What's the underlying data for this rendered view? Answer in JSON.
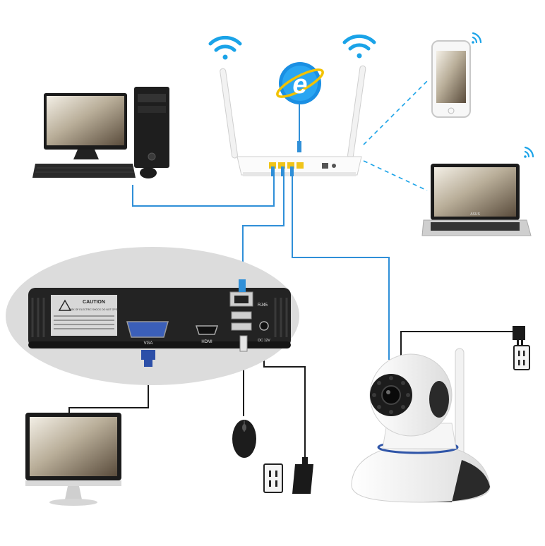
{
  "labels": {
    "router_browser_glyph": "e",
    "nvr_caution_title": "CAUTION",
    "nvr_caution_text": "RISK OF ELECTRIC SHOCK DO NOT OPEN",
    "nvr_vga": "VGA",
    "nvr_hdmi": "HDMI",
    "nvr_rj45": "RJ45",
    "nvr_dc": "DC 12V",
    "laptop_brand": "ASUS"
  },
  "colors": {
    "network_cable": "#2f8fd8",
    "wifi_signal": "#1aa3e8",
    "power_cable": "#1a1a1a",
    "vga_connector": "#2c4fa8",
    "camera_ring": "#2f55a8",
    "nvr_backdrop": "#dcdcdc",
    "device_body": "#2a2a2a"
  },
  "icons": [
    "wifi-icon",
    "internet-explorer-icon",
    "power-outlet-icon",
    "mouse-icon",
    "power-adapter-icon"
  ]
}
